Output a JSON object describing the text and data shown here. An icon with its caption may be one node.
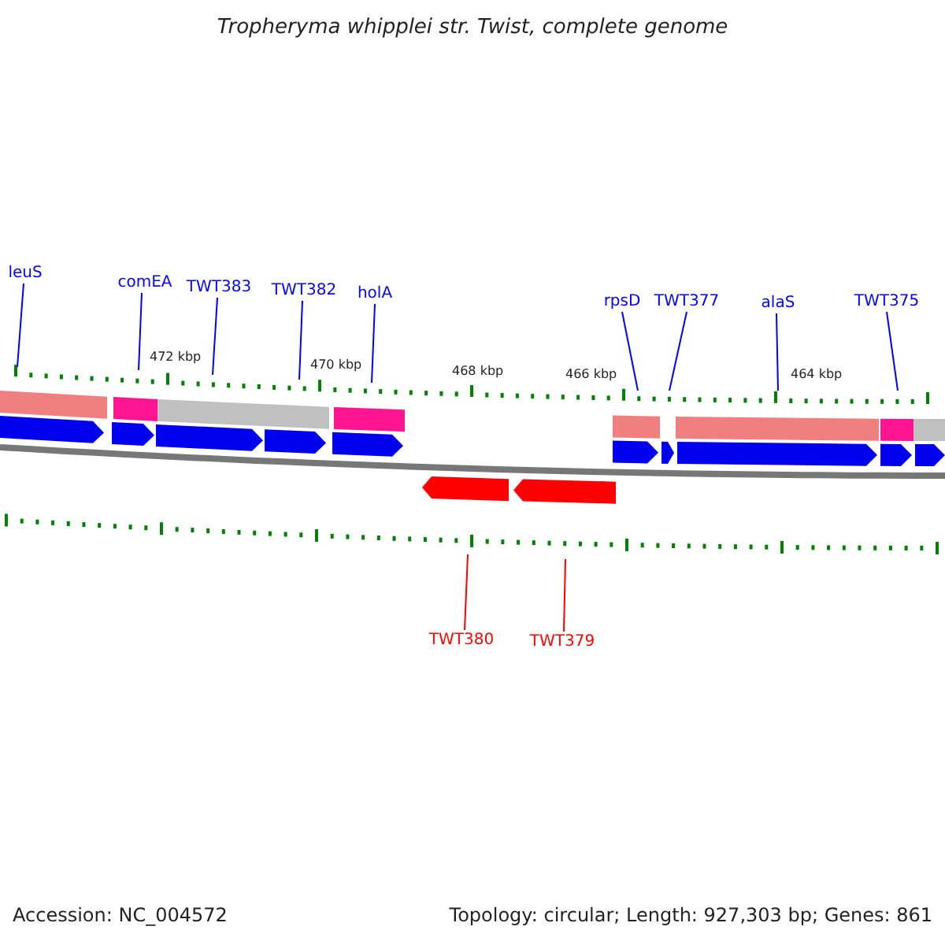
{
  "diagram": {
    "title": "Tropheryma whipplei str. Twist, complete genome",
    "nodes": [
      {
        "text": [
          "leuS"
        ]
      },
      {
        "text": [
          "comEA"
        ]
      },
      {
        "text": [
          "TWT383"
        ]
      },
      {
        "text": [
          "TWT382"
        ]
      },
      {
        "text": [
          "holA"
        ]
      },
      {
        "text": [
          "rpsD"
        ]
      },
      {
        "text": [
          "TWT377"
        ]
      },
      {
        "text": [
          "alaS"
        ]
      },
      {
        "text": [
          "TWT375"
        ]
      },
      {
        "text": [
          "TWT380"
        ]
      },
      {
        "text": [
          "TWT379"
        ]
      }
    ],
    "edges": [
      {
        "from": 0,
        "to": null,
        "arrow": "none"
      },
      {
        "from": 1,
        "to": null,
        "arrow": "none"
      },
      {
        "from": 2,
        "to": null,
        "arrow": "none"
      },
      {
        "from": 3,
        "to": null,
        "arrow": "none"
      },
      {
        "from": 4,
        "to": null,
        "arrow": "none"
      },
      {
        "from": 5,
        "to": null,
        "arrow": "none"
      },
      {
        "from": 6,
        "to": null,
        "arrow": "none"
      },
      {
        "from": 7,
        "to": null,
        "arrow": "none"
      },
      {
        "from": 8,
        "to": null,
        "arrow": "none"
      },
      {
        "from": 9,
        "to": null,
        "arrow": "none",
        "color": "#ff0000"
      },
      {
        "from": 10,
        "to": null,
        "arrow": "none",
        "color": "#ff0000"
      }
    ],
    "labels": [
      "472 kbp",
      "470 kbp",
      "468 kbp",
      "466 kbp",
      "464 kbp",
      "Accession: NC_004572",
      "Topology: circular; Length: 927,303 bp; Genes: 861"
    ]
  }
}
